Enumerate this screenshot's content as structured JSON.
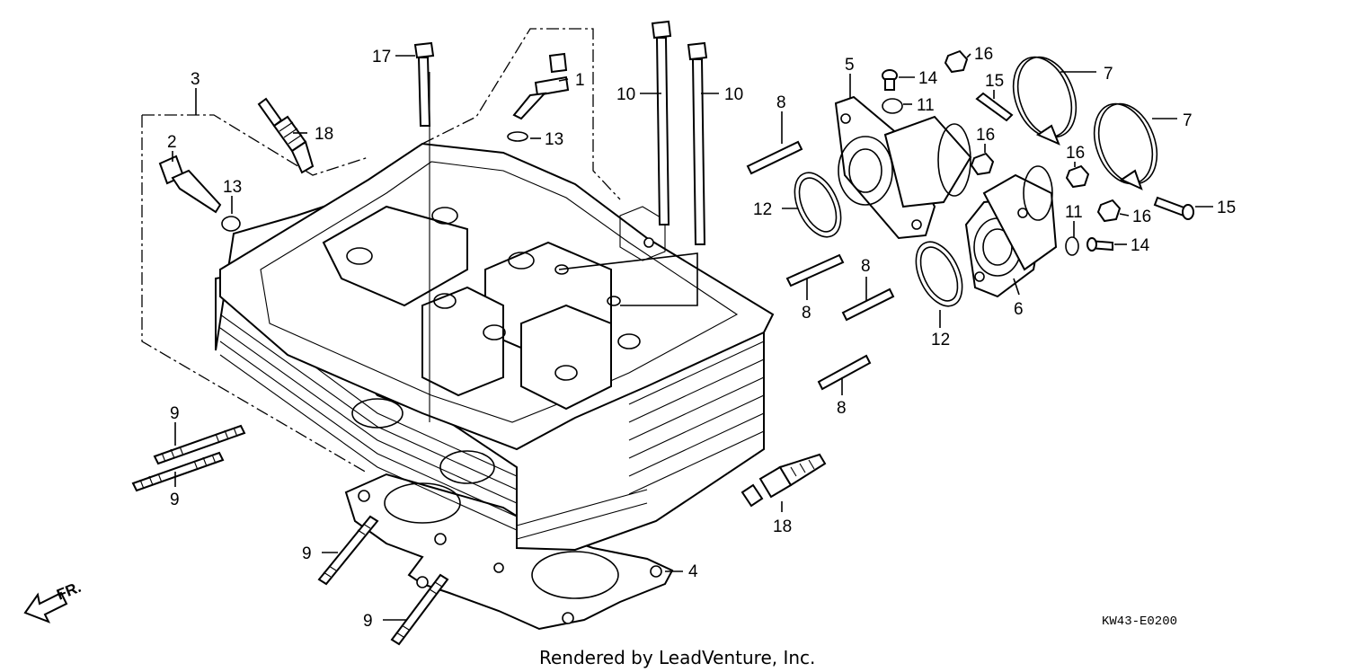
{
  "diagram": {
    "callouts": {
      "c1": "1",
      "c2": "2",
      "c3": "3",
      "c4": "4",
      "c5": "5",
      "c6": "6",
      "c7a": "7",
      "c7b": "7",
      "c8a": "8",
      "c8b": "8",
      "c8c": "8",
      "c8d": "8",
      "c9a": "9",
      "c9b": "9",
      "c9c": "9",
      "c9d": "9",
      "c10a": "10",
      "c10b": "10",
      "c11a": "11",
      "c11b": "11",
      "c12a": "12",
      "c12b": "12",
      "c13a": "13",
      "c13b": "13",
      "c14a": "14",
      "c14b": "14",
      "c15a": "15",
      "c15b": "15",
      "c16a": "16",
      "c16b": "16",
      "c16c": "16",
      "c16d": "16",
      "c17": "17",
      "c18a": "18",
      "c18b": "18"
    },
    "front_label": "FR.",
    "drawing_code": "KW43-E0200",
    "credit": "Rendered by LeadVenture, Inc."
  }
}
